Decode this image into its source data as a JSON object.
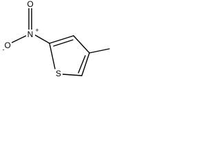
{
  "molecule": {
    "atoms": {
      "oxygen_top": "O",
      "nitrogen": "N",
      "nitrogen_charge": "+",
      "oxygen_left": "O",
      "oxygen_left_charge": "-",
      "sulfur": "S"
    },
    "colors": {
      "ink": "#000000",
      "background": "#ffffff"
    }
  }
}
